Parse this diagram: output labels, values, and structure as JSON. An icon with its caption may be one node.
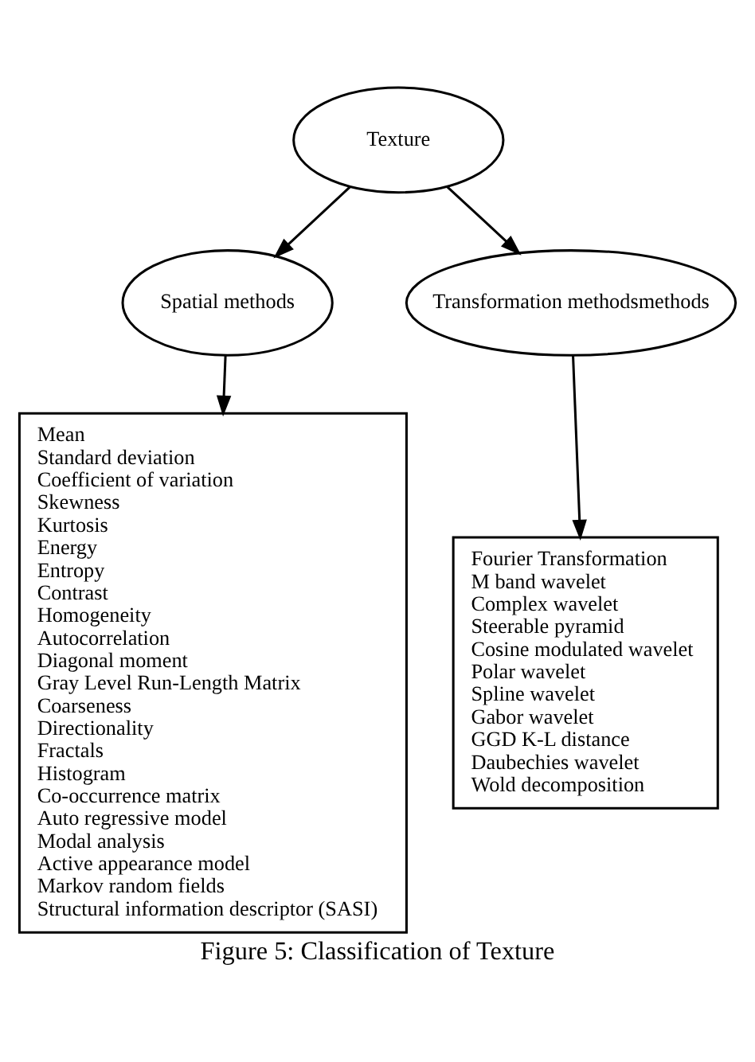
{
  "diagram": {
    "caption": "Figure 5: Classification of Texture",
    "nodes": [
      {
        "text": [
          "Texture"
        ]
      },
      {
        "text": [
          "Spatial methods"
        ]
      },
      {
        "text": [
          "Transformation methodsmethods"
        ]
      },
      {
        "text": [
          "Mean",
          "Standard deviation",
          "Coefficient of variation",
          "Skewness",
          "Kurtosis",
          "Energy",
          "Entropy",
          "Contrast",
          "Homogeneity",
          "Autocorrelation",
          "Diagonal moment",
          "Gray Level Run-Length Matrix",
          "Coarseness",
          "Directionality",
          "Fractals",
          "Histogram",
          "Co-occurrence matrix",
          "Auto regressive model",
          "Modal analysis",
          "Active appearance model",
          "Markov random fields",
          "Structural information descriptor (SASI)"
        ]
      },
      {
        "text": [
          "Fourier Transformation",
          "M band wavelet",
          "Complex wavelet",
          "Steerable pyramid",
          "Cosine modulated wavelet",
          "Polar wavelet",
          "Spline wavelet",
          "Gabor wavelet",
          "GGD K-L distance",
          "Daubechies wavelet",
          "Wold decomposition"
        ]
      }
    ],
    "edges": [
      {
        "from": 0,
        "to": 1,
        "arrow": "to"
      },
      {
        "from": 0,
        "to": 2,
        "arrow": "to"
      },
      {
        "from": 1,
        "to": 3,
        "arrow": "to"
      },
      {
        "from": 2,
        "to": 4,
        "arrow": "to"
      }
    ]
  }
}
